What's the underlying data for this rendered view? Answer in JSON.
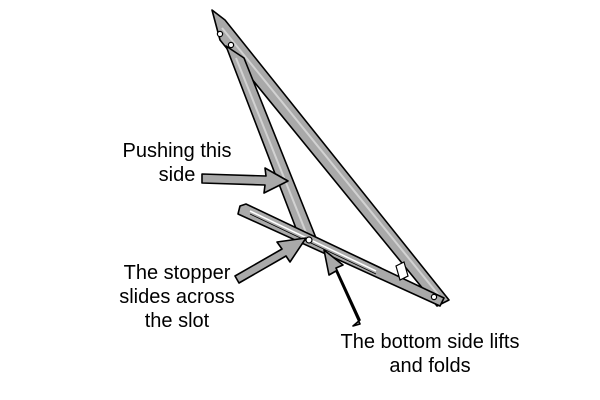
{
  "labels": {
    "pushing_side": [
      "Pushing this",
      "side"
    ],
    "stopper": [
      "The stopper",
      "slides across",
      "the slot"
    ],
    "bottom_side": [
      "The bottom side lifts",
      "and folds"
    ]
  },
  "colors": {
    "bar_fill": "#a9a9a9",
    "bar_highlight": "#d2d2d2",
    "outline": "#000000",
    "background": "#ffffff"
  },
  "icons": {
    "arrow": "block-arrow-icon",
    "pivot": "rivet-icon"
  }
}
